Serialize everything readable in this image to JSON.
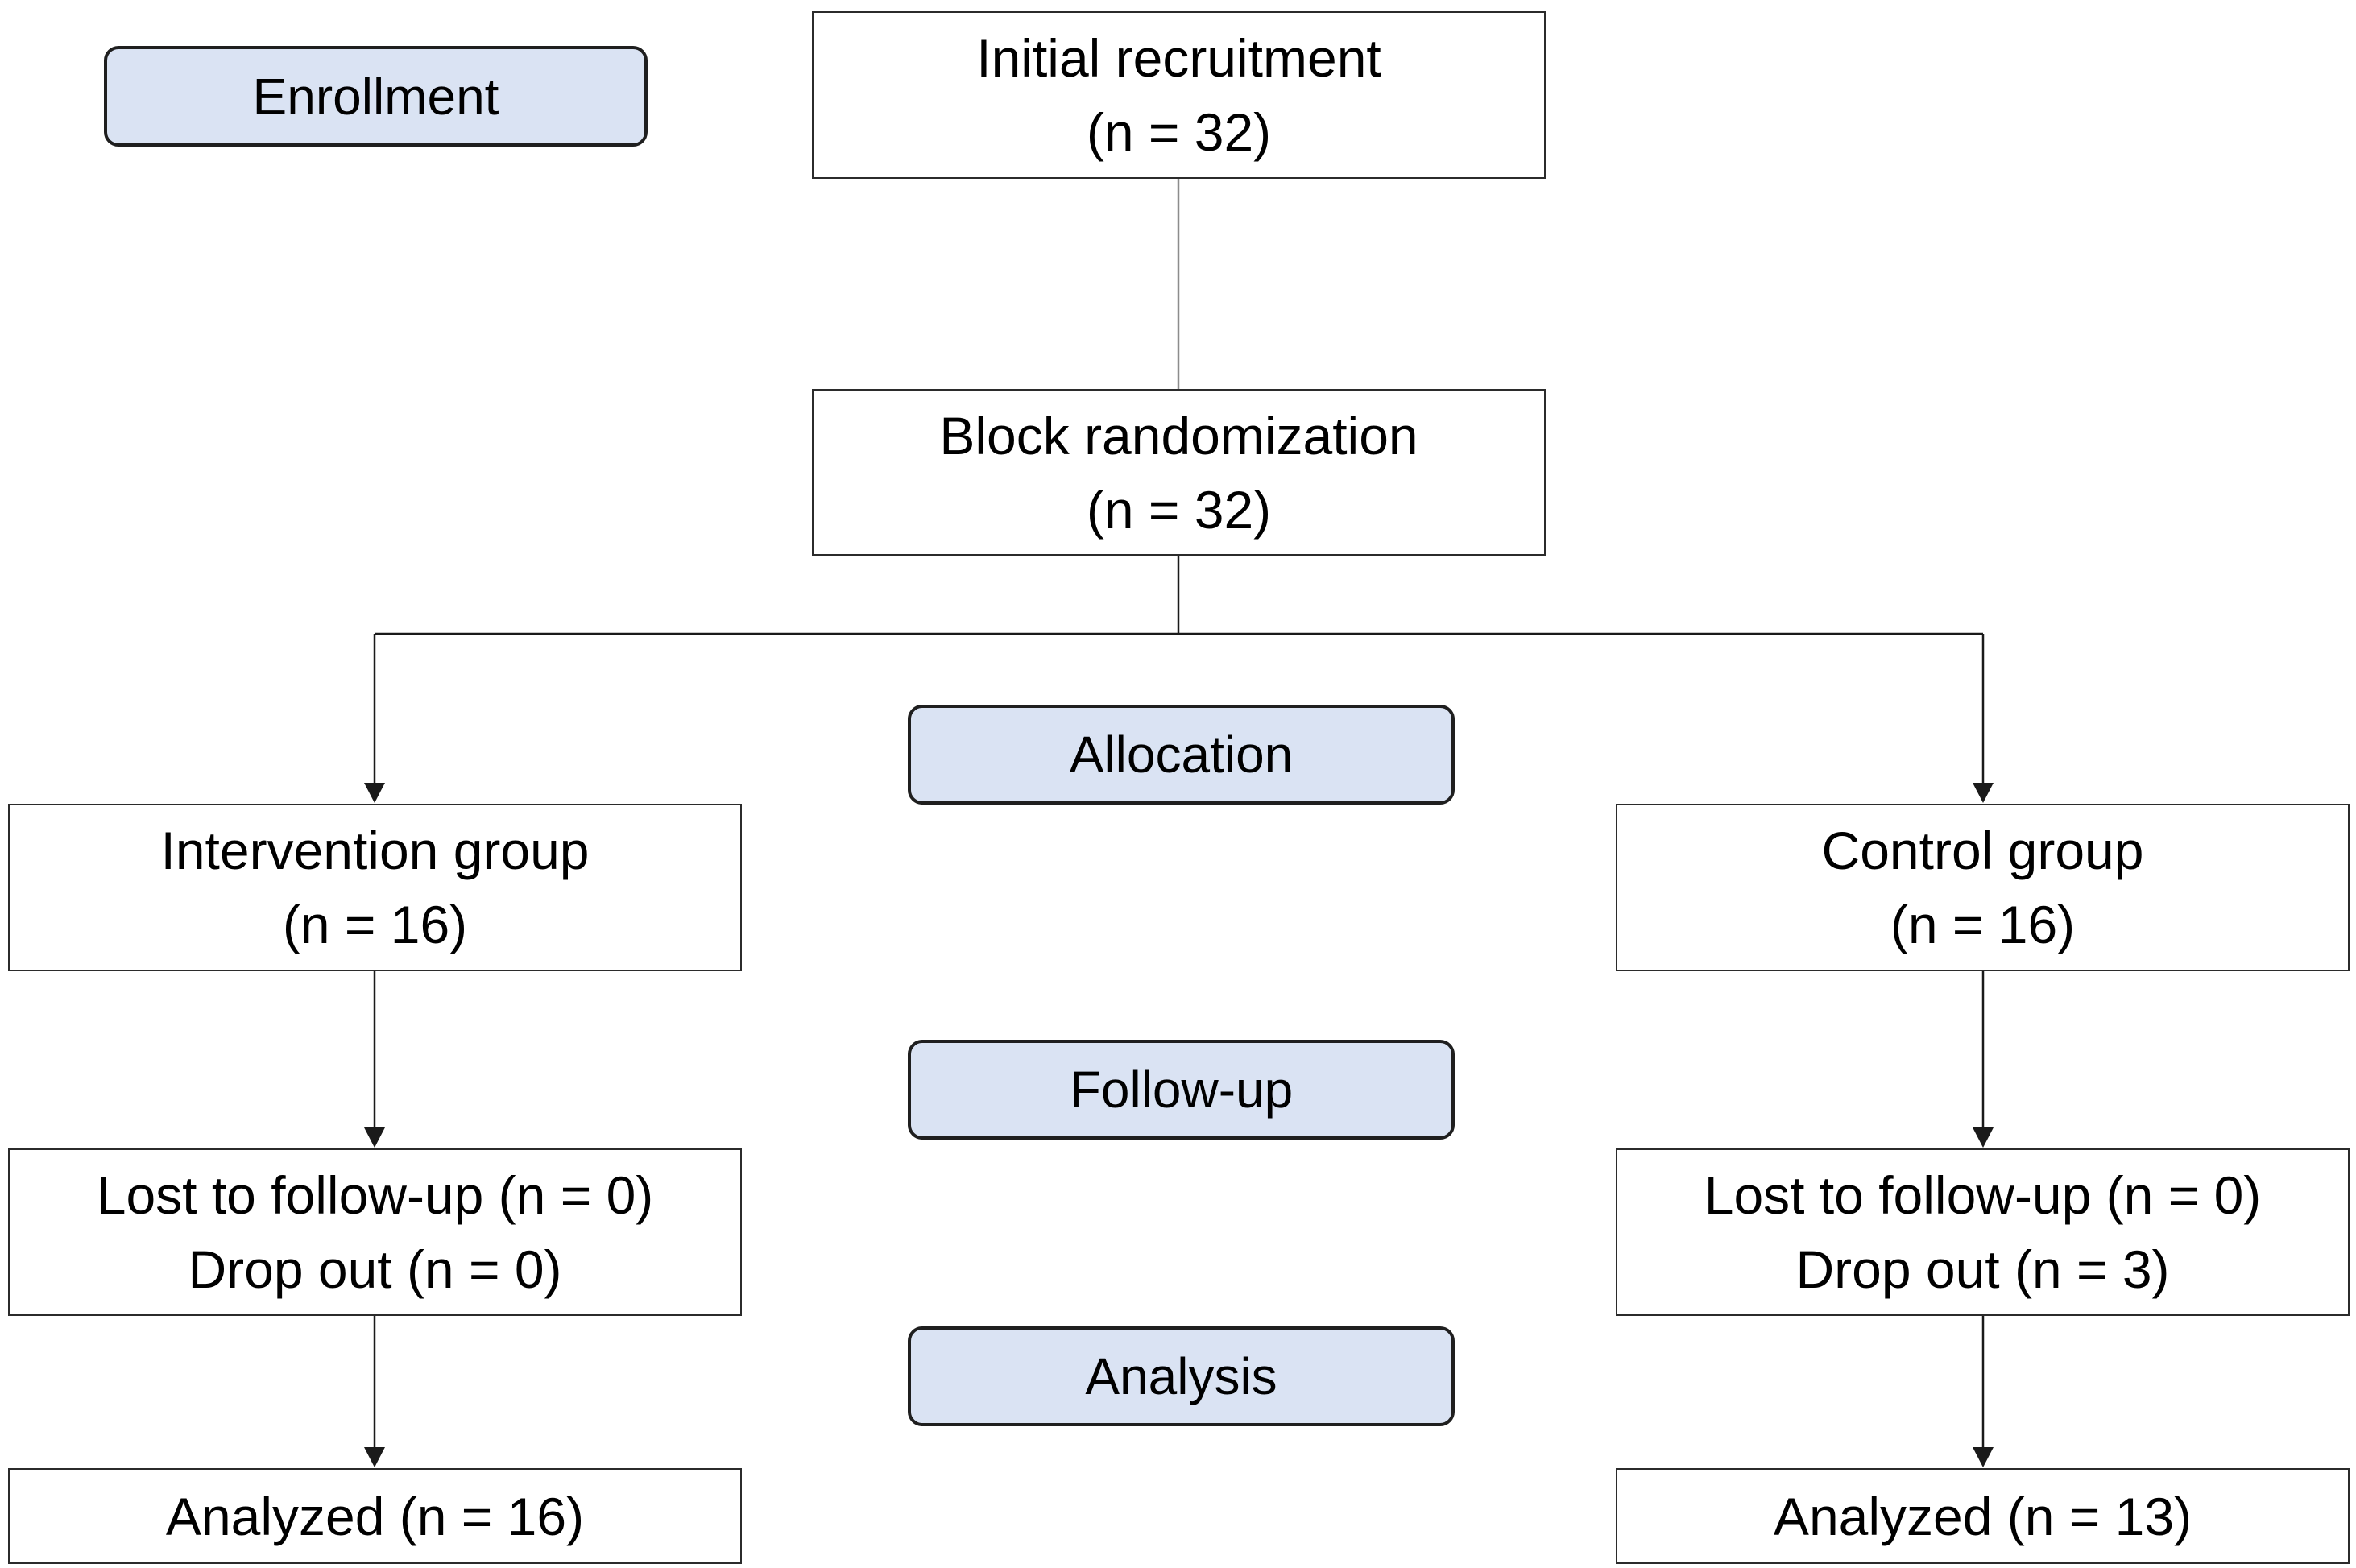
{
  "stages": {
    "enrollment": "Enrollment",
    "allocation": "Allocation",
    "follow_up": "Follow-up",
    "analysis": "Analysis"
  },
  "boxes": {
    "initial_recruitment": {
      "title": "Initial recruitment",
      "count": "(n = 32)"
    },
    "block_randomization": {
      "title": "Block randomization",
      "count": "(n = 32)"
    },
    "intervention_group": {
      "title": "Intervention group",
      "count": "(n = 16)"
    },
    "control_group": {
      "title": "Control group",
      "count": "(n = 16)"
    },
    "intervention_followup": {
      "lost": "Lost to follow-up (n = 0)",
      "dropout": "Drop out (n = 0)"
    },
    "control_followup": {
      "lost": "Lost to follow-up (n = 0)",
      "dropout": "Drop out (n = 3)"
    },
    "intervention_analyzed": {
      "label": "Analyzed (n = 16)"
    },
    "control_analyzed": {
      "label": "Analyzed (n = 13)"
    }
  },
  "colors": {
    "stage_fill": "#dae3f3",
    "box_border": "#2b2b2b",
    "connector": "#1a1a1a"
  }
}
